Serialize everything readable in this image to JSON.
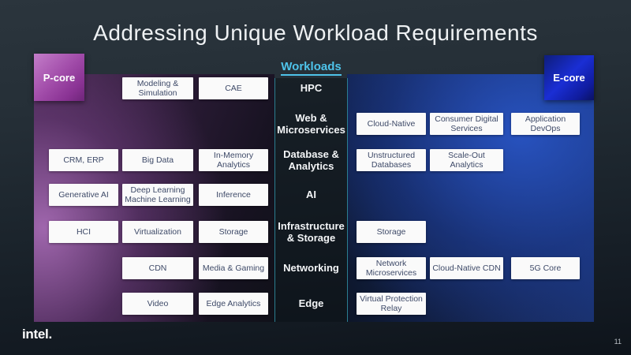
{
  "slide": {
    "title": "Addressing Unique Workload Requirements",
    "page_number": "11",
    "logo_text": "intel."
  },
  "colors": {
    "accent_cyan": "#4ec3ea",
    "pcore_purple": "#a24daa",
    "ecore_blue": "#1a2ed4",
    "box_background": "#fafafa",
    "box_text": "#3e4a68"
  },
  "cores": {
    "pcore_label": "P-core",
    "ecore_label": "E-core"
  },
  "workloads_column": {
    "header": "Workloads",
    "categories": [
      {
        "label": "HPC"
      },
      {
        "label": "Web & Microservices"
      },
      {
        "label": "Database & Analytics"
      },
      {
        "label": "AI"
      },
      {
        "label": "Infrastructure & Storage"
      },
      {
        "label": "Networking"
      },
      {
        "label": "Edge"
      }
    ]
  },
  "pcore_side": {
    "boxes": [
      {
        "label": "Modeling & Simulation"
      },
      {
        "label": "CAE"
      },
      {
        "label": "CRM, ERP"
      },
      {
        "label": "Big Data"
      },
      {
        "label": "In-Memory Analytics"
      },
      {
        "label": "Generative AI"
      },
      {
        "label": "Deep Learning Machine Learning"
      },
      {
        "label": "Inference"
      },
      {
        "label": "HCI"
      },
      {
        "label": "Virtualization"
      },
      {
        "label": "Storage"
      },
      {
        "label": "CDN"
      },
      {
        "label": "Media & Gaming"
      },
      {
        "label": "Video"
      },
      {
        "label": "Edge Analytics"
      }
    ]
  },
  "ecore_side": {
    "boxes": [
      {
        "label": "Cloud-Native"
      },
      {
        "label": "Consumer Digital Services"
      },
      {
        "label": "Application DevOps"
      },
      {
        "label": "Unstructured Databases"
      },
      {
        "label": "Scale-Out Analytics"
      },
      {
        "label": "Storage"
      },
      {
        "label": "Network Microservices"
      },
      {
        "label": "Cloud-Native CDN"
      },
      {
        "label": "5G Core"
      },
      {
        "label": "Virtual Protection Relay"
      }
    ]
  }
}
